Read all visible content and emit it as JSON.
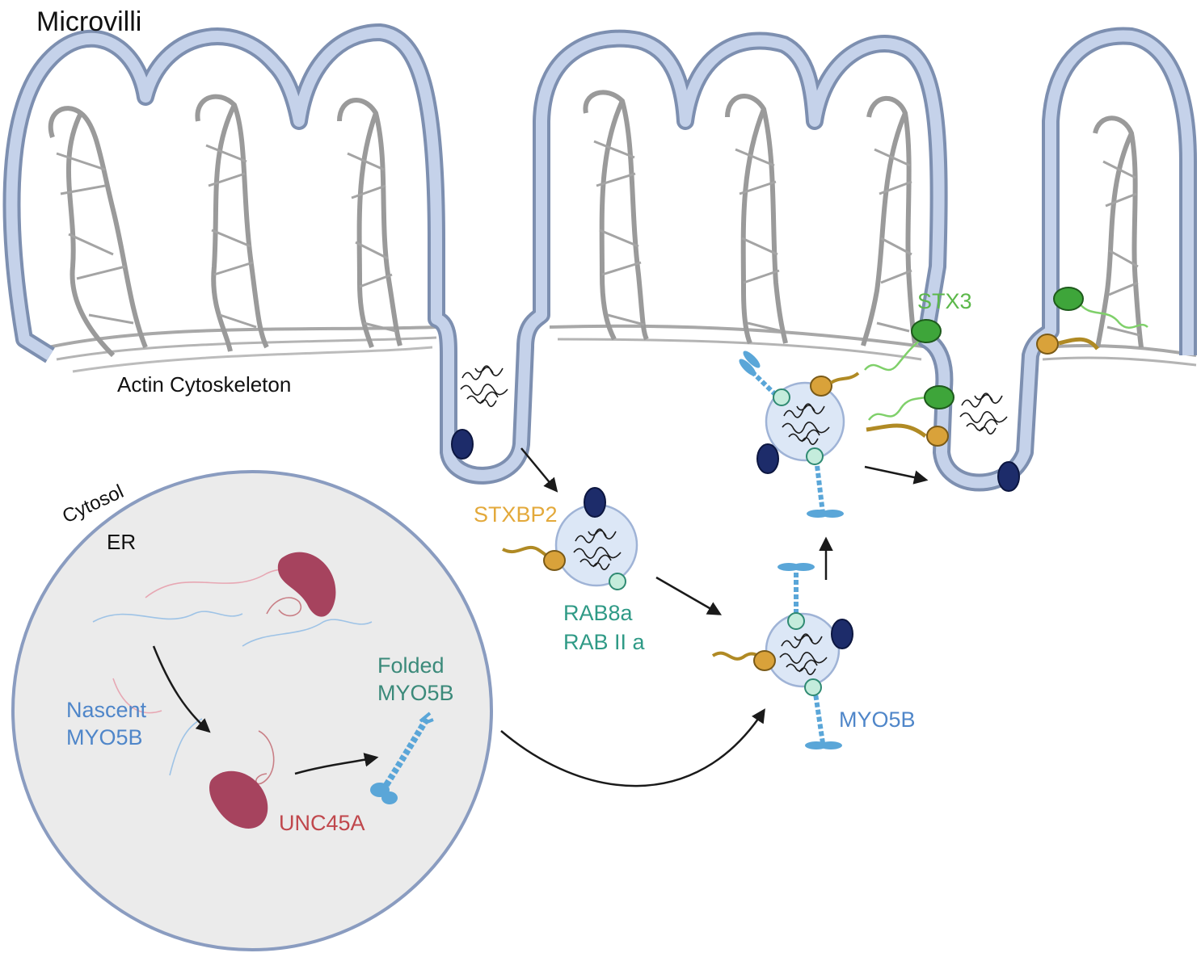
{
  "labels": {
    "microvilli": "Microvilli",
    "actin_cytoskeleton": "Actin Cytoskeleton",
    "cytosol": "Cytosol",
    "er": "ER",
    "nascent_line1": "Nascent",
    "nascent_line2": "MYO5B",
    "folded_line1": "Folded",
    "folded_line2": "MYO5B",
    "unc45a": "UNC45A",
    "stxbp2": "STXBP2",
    "rab8a": "RAB8a",
    "rab11a": "RAB II a",
    "myo5b": "MYO5B",
    "stx3": "STX3"
  },
  "colors": {
    "membrane_outer": "#7d8fb0",
    "membrane_inner": "#c5d2ea",
    "actin": "#9a9a9a",
    "cytosol_fill": "#ebebeb",
    "cytosol_edge": "#8a9cc0",
    "vesicle_fill": "#dce7f6",
    "vesicle_edge": "#9fb3d6",
    "rab_navy": "#1d2c6a",
    "stxbp2_orange": "#d9a23a",
    "rab8_teal": "#c4ecdc",
    "myosin_blue": "#5aa6d8",
    "stx3_green": "#3ea53a",
    "unc45a_red": "#a6435e",
    "label_blue": "#4f86c9",
    "label_teal": "#2f9a86",
    "label_orange": "#e3a93b",
    "label_green": "#5cb84a",
    "label_red": "#c0474c"
  },
  "icons": [
    "arrow-icon",
    "vesicle-icon",
    "myosin-motor-icon",
    "chaperone-icon",
    "cargo-icon"
  ]
}
